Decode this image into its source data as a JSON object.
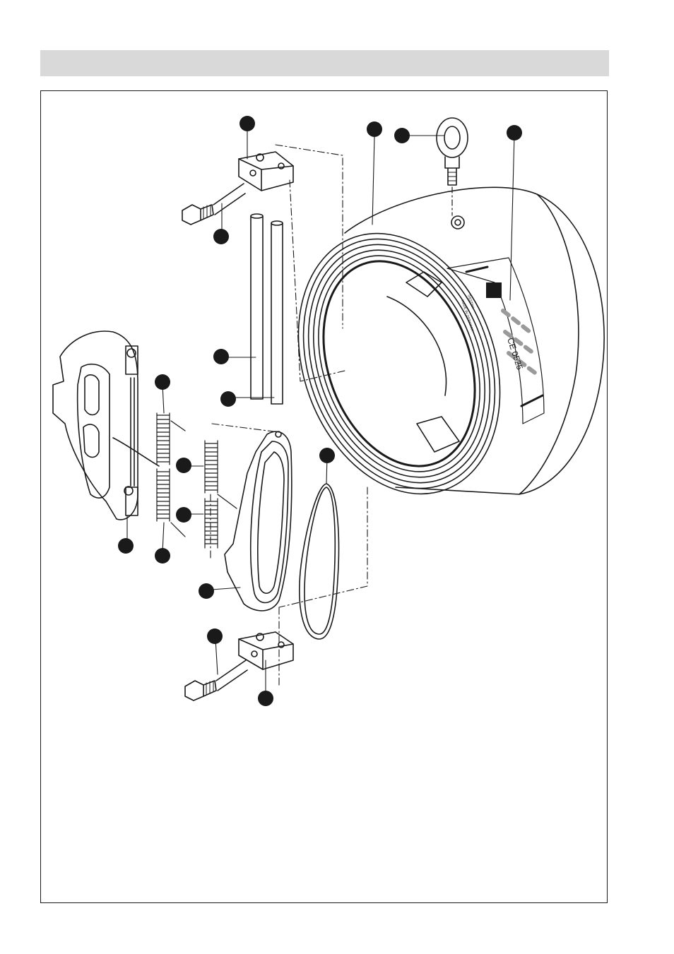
{
  "header": {
    "color": "#d9d9d9"
  },
  "figure": {
    "type": "exploded-assembly-drawing",
    "label_plate": {
      "marking": "CE 0525",
      "maker": "GESTRA",
      "origin": "MADE IN GERMANY"
    },
    "callouts_count": 17,
    "callout_color": "#1a1a1a"
  }
}
